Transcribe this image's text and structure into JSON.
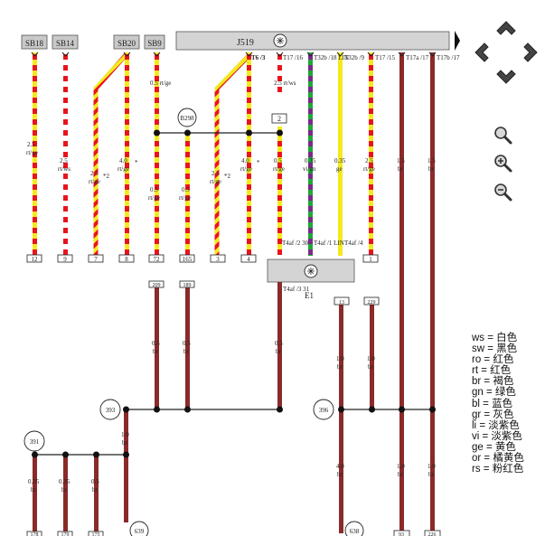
{
  "colors": {
    "rt": "#e8141c",
    "ge": "#f2ea1c",
    "br": "#8a2a2a",
    "ws": "#ffffff",
    "vi": "#7a2a8a",
    "gn": "#1ea838",
    "fuse_fill": "#c9c9c9",
    "module_fill": "#d4d4d4"
  },
  "fuses": [
    "SB18",
    "SB14",
    "SB20",
    "SB9"
  ],
  "module_j519": {
    "label": "J519"
  },
  "module_e1": {
    "label": "E1"
  },
  "wires": [
    {
      "id": "w1",
      "pin_top": "",
      "ctop": "",
      "csz": "2.5",
      "cname": "rt/ge",
      "pin_bottom": "12"
    },
    {
      "id": "w2",
      "pin_top": "",
      "ctop": "",
      "csz": "2.5",
      "cname": "rt/ws",
      "pin_bottom": "9"
    },
    {
      "id": "w3",
      "pin_top": "",
      "ctop": "",
      "csz": "2.5",
      "cname": "rt/ge",
      "pin_bottom": "7",
      "note": "*2"
    },
    {
      "id": "w4",
      "pin_top": "",
      "ctop": "",
      "csz": "4.0",
      "cname": "rt/ge",
      "pin_bottom": "8",
      "note": "*"
    },
    {
      "id": "w5",
      "pin_top": "",
      "ctop": "0.5 rt/ge",
      "csz": "0.5",
      "cname": "rt/ge",
      "pin_bottom": "72"
    },
    {
      "id": "w6",
      "pin_top": "",
      "ctop": "",
      "csz": "0.5",
      "cname": "rt/ge",
      "pin_bottom": "165"
    },
    {
      "id": "w7",
      "pin_top": "",
      "ctop": "",
      "csz": "2.5",
      "cname": "rt/ge",
      "pin_bottom": "3",
      "note": "*2"
    },
    {
      "id": "w8",
      "pin_top": "T6 /3",
      "ctop": "",
      "csz": "4.0",
      "cname": "rt/ge",
      "pin_bottom": "4",
      "note": "*"
    },
    {
      "id": "w9",
      "pin_top": "T17 /16",
      "ctop": "2.5 rt/ws",
      "csz": "0.5",
      "cname": "rt/ge",
      "pin_bottom": "T4af /2 30"
    },
    {
      "id": "w10",
      "pin_top": "T32b /18 LIN",
      "ctop": "",
      "csz": "0.35",
      "cname": "vi/gn",
      "pin_bottom": "T4af /1 LIN"
    },
    {
      "id": "w11",
      "pin_top": "T32b /9",
      "ctop": "",
      "csz": "0.35",
      "cname": "ge",
      "pin_bottom": "T4af /4"
    },
    {
      "id": "w12",
      "pin_top": "T17 /15",
      "ctop": "",
      "csz": "2.5",
      "cname": "rt/ge",
      "pin_bottom": "1"
    },
    {
      "id": "w13",
      "pin_top": "T17a /17",
      "ctop": "",
      "csz": "1.5",
      "cname": "br",
      "pin_bottom": "93"
    },
    {
      "id": "w14",
      "pin_top": "T17b /17",
      "ctop": "",
      "csz": "1.5",
      "cname": "br",
      "pin_bottom": "226"
    }
  ],
  "misc_labels": {
    "b298": "B298",
    "conn2": "2",
    "conn93": "93",
    "conn226": "226",
    "c391": "391",
    "c393": "393",
    "c396": "396",
    "c639": "639",
    "c638": "638",
    "e1_pin": "T4af /3 31",
    "p209": "209",
    "p189": "189",
    "p13": "13",
    "p229": "229",
    "p178": "178",
    "p179": "179",
    "p175": "175",
    "lower": [
      {
        "id": "a",
        "size": "0.5",
        "color": "br"
      },
      {
        "id": "b",
        "size": "0.5",
        "color": "br"
      },
      {
        "id": "c",
        "size": "0.5",
        "color": "br"
      },
      {
        "id": "d",
        "size": "1.0",
        "color": "br"
      },
      {
        "id": "e",
        "size": "1.0",
        "color": "br"
      },
      {
        "id": "f",
        "size": "1.0",
        "color": "br"
      },
      {
        "id": "g",
        "size": "0.35",
        "color": "br"
      },
      {
        "id": "h",
        "size": "0.35",
        "color": "br"
      },
      {
        "id": "i",
        "size": "0.5",
        "color": "br"
      },
      {
        "id": "j",
        "size": "4.0",
        "color": "br"
      },
      {
        "id": "k",
        "size": "1.0",
        "color": "br"
      },
      {
        "id": "l",
        "size": "1.0",
        "color": "br"
      }
    ]
  },
  "legend": [
    {
      "code": "ws",
      "name": "白色"
    },
    {
      "code": "sw",
      "name": "黑色"
    },
    {
      "code": "ro",
      "name": "红色"
    },
    {
      "code": "rt",
      "name": "红色"
    },
    {
      "code": "br",
      "name": "褐色"
    },
    {
      "code": "gn",
      "name": "绿色"
    },
    {
      "code": "bl",
      "name": "蓝色"
    },
    {
      "code": "gr",
      "name": "灰色"
    },
    {
      "code": "li",
      "name": "淡紫色"
    },
    {
      "code": "vi",
      "name": "淡紫色"
    },
    {
      "code": "ge",
      "name": "黄色"
    },
    {
      "code": "or",
      "name": "橘黄色"
    },
    {
      "code": "rs",
      "name": "粉红色"
    }
  ],
  "nav": {
    "icons": [
      "nav-up-icon",
      "nav-left-icon",
      "nav-right-icon",
      "nav-down-icon"
    ]
  },
  "zoom": {
    "icons": [
      "zoom-search-icon",
      "zoom-in-icon",
      "zoom-out-icon"
    ]
  }
}
